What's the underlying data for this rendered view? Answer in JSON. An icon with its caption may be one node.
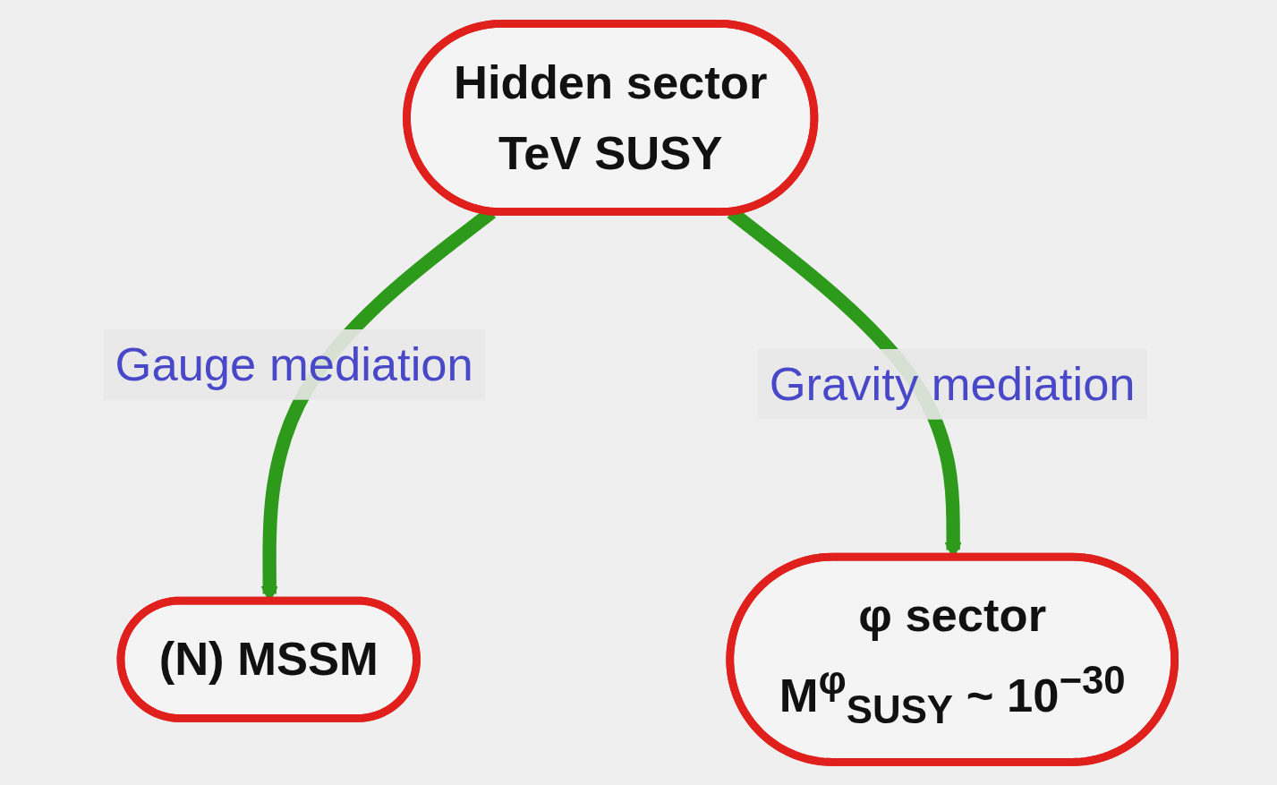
{
  "diagram": {
    "nodes": [
      {
        "text": [
          "Hidden sector",
          "TeV SUSY"
        ]
      },
      {
        "text": [
          "(N) MSSM"
        ]
      },
      {
        "text": [
          "φ sector",
          "M$^{φ}$$_{SUSY}$ ~ 10$^{−30}$"
        ]
      }
    ],
    "edges": [
      {
        "from": 0,
        "to": 1,
        "arrow": "to",
        "label": "Gauge mediation"
      },
      {
        "from": 0,
        "to": 2,
        "arrow": "to",
        "label": "Gravity mediation"
      }
    ]
  }
}
